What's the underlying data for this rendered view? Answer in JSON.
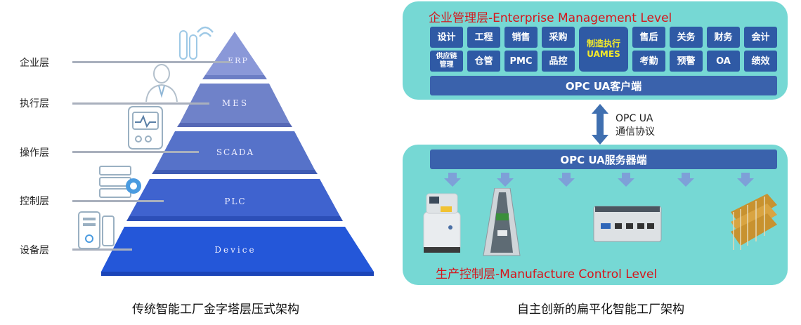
{
  "pyramid": {
    "levels": [
      {
        "label": "企业层",
        "tier": "ERP"
      },
      {
        "label": "执行层",
        "tier": "MES"
      },
      {
        "label": "操作层",
        "tier": "SCADA"
      },
      {
        "label": "控制层",
        "tier": "PLC"
      },
      {
        "label": "设备层",
        "tier": "Device"
      }
    ],
    "caption": "传统智能工厂金字塔层压式架构",
    "colors": [
      "#8a98d8",
      "#6f82c9",
      "#5672c9",
      "#3f63cf",
      "#2457d9"
    ]
  },
  "flat": {
    "top_title": "企业管理层-Enterprise Management Level",
    "tiles_row1": [
      "设计",
      "工程",
      "销售",
      "采购"
    ],
    "tiles_row2": [
      "供应链管理",
      "仓管",
      "PMC",
      "品控"
    ],
    "center_tile": [
      "制造执行",
      "UAMES"
    ],
    "tiles_right_row1": [
      "售后",
      "关务",
      "财务",
      "会计"
    ],
    "tiles_right_row2": [
      "考勤",
      "预警",
      "OA",
      "绩效"
    ],
    "client_bar": "OPC UA客户端",
    "protocol": [
      "OPC UA",
      "通信协议"
    ],
    "server_bar": "OPC UA服务器端",
    "bottom_title": "生产控制层-Manufacture Control Level",
    "caption": "自主创新的扁平化智能工厂架构",
    "devices": [
      "agv-robot-image",
      "linear-conveyor-image",
      "industrial-pc-image",
      "storage-rack-image"
    ]
  }
}
